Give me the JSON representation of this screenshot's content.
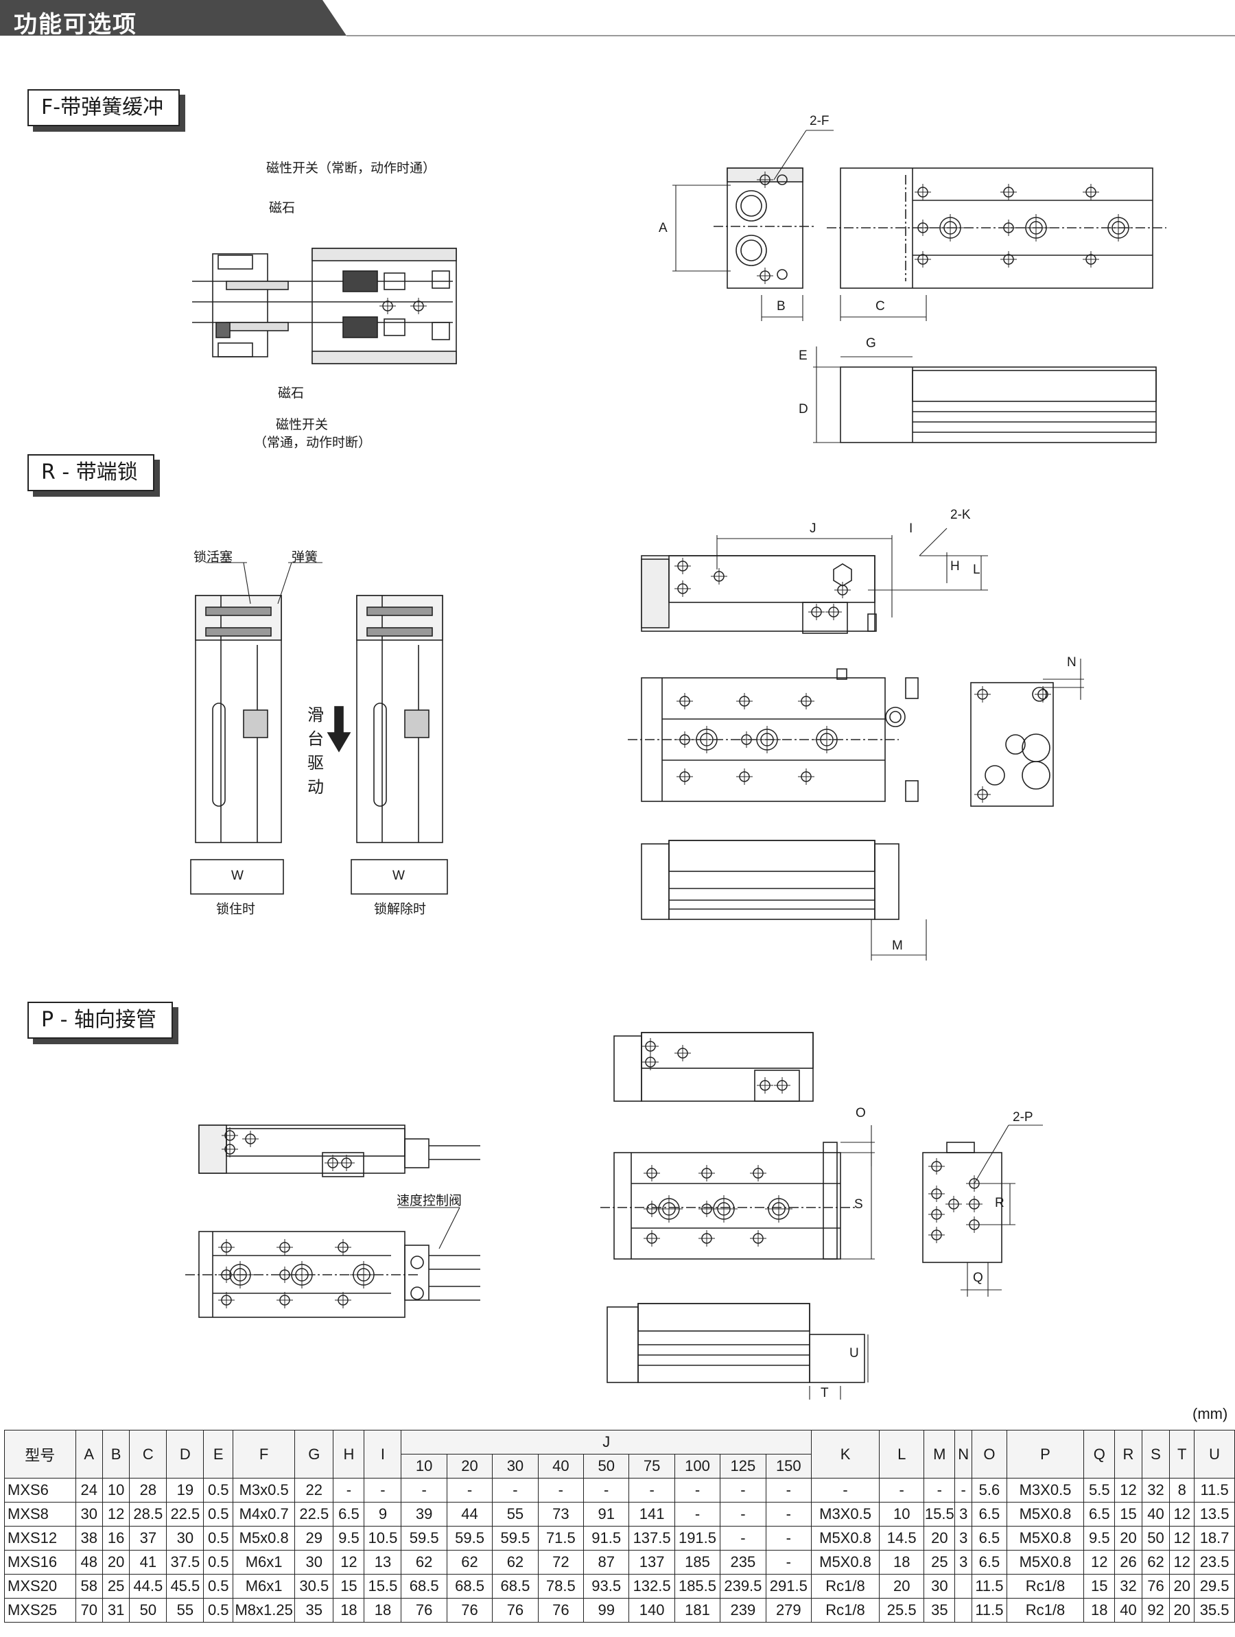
{
  "header": {
    "title": "功能可选项"
  },
  "sections": {
    "f": {
      "title": "F-带弹簧缓冲"
    },
    "r": {
      "title": "R - 带端锁"
    },
    "p": {
      "title": "P - 轴向接管"
    }
  },
  "labels": {
    "switch_nc": "磁性开关（常断，动作时通）",
    "magnet_top": "磁石",
    "magnet_bottom": "磁石",
    "switch_no_1": "磁性开关",
    "switch_no_2": "（常通，动作时断）",
    "lock_piston": "锁活塞",
    "spring": "弹簧",
    "slide_drive": [
      "滑",
      "台",
      "驱",
      "动"
    ],
    "locked": "锁住时",
    "unlocked": "锁解除时",
    "w1": "W",
    "w2": "W",
    "speed_valve": "速度控制阀"
  },
  "dims": {
    "two_f": "2-F",
    "a": "A",
    "b": "B",
    "c": "C",
    "d": "D",
    "e": "E",
    "g": "G",
    "j": "J",
    "i": "I",
    "two_k": "2-K",
    "h": "H",
    "l": "L",
    "n": "N",
    "m": "M",
    "o": "O",
    "s": "S",
    "two_p": "2-P",
    "r": "R",
    "q": "Q",
    "u": "U",
    "t": "T"
  },
  "table": {
    "unit": "(mm)",
    "headers": [
      "型号",
      "A",
      "B",
      "C",
      "D",
      "E",
      "F",
      "G",
      "H",
      "I",
      "J",
      "K",
      "L",
      "M",
      "N",
      "O",
      "P",
      "Q",
      "R",
      "S",
      "T",
      "U"
    ],
    "j_sub": [
      "10",
      "20",
      "30",
      "40",
      "50",
      "75",
      "100",
      "125",
      "150"
    ],
    "rows": [
      [
        "MXS6",
        "24",
        "10",
        "28",
        "19",
        "0.5",
        "M3x0.5",
        "22",
        "-",
        "-",
        "-",
        "-",
        "-",
        "-",
        "-",
        "-",
        "-",
        "-",
        "-",
        "-",
        "-",
        "-",
        "-",
        "5.6",
        "M3X0.5",
        "5.5",
        "12",
        "32",
        "8",
        "11.5"
      ],
      [
        "MXS8",
        "30",
        "12",
        "28.5",
        "22.5",
        "0.5",
        "M4x0.7",
        "22.5",
        "6.5",
        "9",
        "39",
        "44",
        "55",
        "73",
        "91",
        "141",
        "-",
        "-",
        "-",
        "M3X0.5",
        "10",
        "15.5",
        "3",
        "6.5",
        "M5X0.8",
        "6.5",
        "15",
        "40",
        "12",
        "13.5"
      ],
      [
        "MXS12",
        "38",
        "16",
        "37",
        "30",
        "0.5",
        "M5x0.8",
        "29",
        "9.5",
        "10.5",
        "59.5",
        "59.5",
        "59.5",
        "71.5",
        "91.5",
        "137.5",
        "191.5",
        "-",
        "-",
        "M5X0.8",
        "14.5",
        "20",
        "3",
        "6.5",
        "M5X0.8",
        "9.5",
        "20",
        "50",
        "12",
        "18.7"
      ],
      [
        "MXS16",
        "48",
        "20",
        "41",
        "37.5",
        "0.5",
        "M6x1",
        "30",
        "12",
        "13",
        "62",
        "62",
        "62",
        "72",
        "87",
        "137",
        "185",
        "235",
        "-",
        "M5X0.8",
        "18",
        "25",
        "3",
        "6.5",
        "M5X0.8",
        "12",
        "26",
        "62",
        "12",
        "23.5"
      ],
      [
        "MXS20",
        "58",
        "25",
        "44.5",
        "45.5",
        "0.5",
        "M6x1",
        "30.5",
        "15",
        "15.5",
        "68.5",
        "68.5",
        "68.5",
        "78.5",
        "93.5",
        "132.5",
        "185.5",
        "239.5",
        "291.5",
        "Rc1/8",
        "20",
        "30",
        "",
        "11.5",
        "Rc1/8",
        "15",
        "32",
        "76",
        "20",
        "29.5"
      ],
      [
        "MXS25",
        "70",
        "31",
        "50",
        "55",
        "0.5",
        "M8x1.25",
        "35",
        "18",
        "18",
        "76",
        "76",
        "76",
        "76",
        "99",
        "140",
        "181",
        "239",
        "279",
        "Rc1/8",
        "25.5",
        "35",
        "",
        "11.5",
        "Rc1/8",
        "18",
        "40",
        "92",
        "20",
        "35.5"
      ]
    ]
  }
}
